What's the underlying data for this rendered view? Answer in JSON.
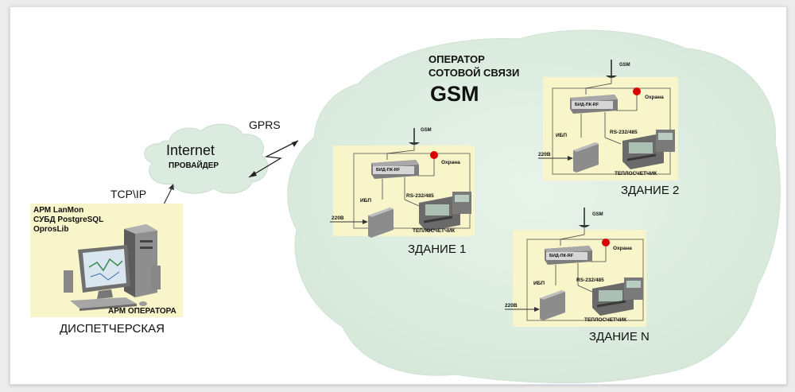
{
  "operator": {
    "line1": "ОПЕРАТОР",
    "line2": "СОТОВОЙ СВЯЗИ",
    "gsm": "GSM"
  },
  "links": {
    "gprs": "GPRS",
    "tcpip": "TCP\\IP"
  },
  "internet": {
    "title": "Internet",
    "subtitle": "ПРОВАЙДЕР"
  },
  "dispatch": {
    "line1": "АРМ LanMon",
    "line2": "СУБД PostgreSQL",
    "line3": "OprosLib",
    "arm_label": "АРМ ОПЕРАТОРА",
    "caption": "ДИСПЕТЧЕРСКАЯ"
  },
  "buildings": [
    {
      "caption": "ЗДАНИЕ 1",
      "gsm": "GSM",
      "alarm": "Охрана",
      "bid": "БИД-ПК-RF",
      "ibp": "ИБП",
      "rs": "RS-232/485",
      "meter": "ТЕПЛОСЧЕТЧИК",
      "power": "220В"
    },
    {
      "caption": "ЗДАНИЕ 2",
      "gsm": "GSM",
      "alarm": "Охрана",
      "bid": "БИД-ПК-RF",
      "ibp": "ИБП",
      "rs": "RS-232/485",
      "meter": "ТЕПЛОСЧЕТЧИК",
      "power": "220В"
    },
    {
      "caption": "ЗДАНИЕ N",
      "gsm": "GSM",
      "alarm": "Охрана",
      "bid": "БИД-ПК-RF",
      "ibp": "ИБП",
      "rs": "RS-232/485",
      "meter": "ТЕПЛОСЧЕТЧИК",
      "power": "220В"
    }
  ],
  "colors": {
    "gsm_cloud": "#dfeee2",
    "internet_cloud": "#dcebdf",
    "panel": "#f7f5c9",
    "alarm": "#d90000"
  }
}
